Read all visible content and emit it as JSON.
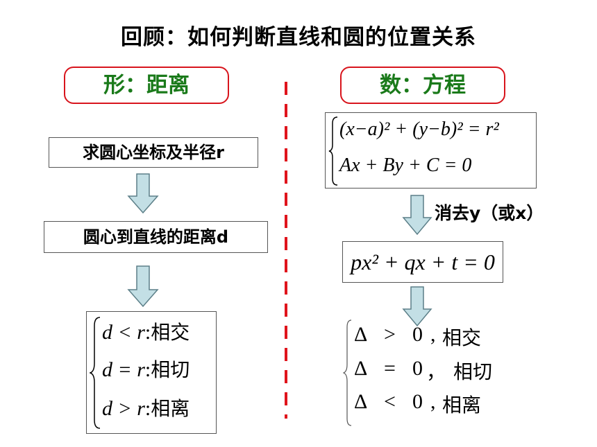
{
  "title": "回顾：如何判断直线和圆的位置关系",
  "left": {
    "header": "形：距离",
    "step1": "求圆心坐标及半径r",
    "step2": "圆心到直线的距离d",
    "cases": [
      {
        "cond": "d < r",
        "sep": ":",
        "rel": "相交"
      },
      {
        "cond": "d = r",
        "sep": ":",
        "rel": "相切"
      },
      {
        "cond": "d > r",
        "sep": ":",
        "rel": "相离"
      }
    ]
  },
  "right": {
    "header": "数：方程",
    "system": {
      "eq1": "(x−a)² + (y−b)² = r²",
      "eq2": "Ax + By + C = 0"
    },
    "elim_label": "消去y（或x）",
    "quadratic": "px² + qx + t = 0",
    "cases": [
      {
        "sym": "Δ",
        "op": ">",
        "val": "0",
        "sep": ",",
        "rel": "相交"
      },
      {
        "sym": "Δ",
        "op": "=",
        "val": "0",
        "sep": "，",
        "rel": "相切"
      },
      {
        "sym": "Δ",
        "op": "<",
        "val": "0",
        "sep": ",",
        "rel": "相离"
      }
    ]
  },
  "colors": {
    "header_border": "#d8141c",
    "header_text": "#1a7a1a",
    "divider": "#e0141c",
    "arrow_fill": "#c3dfe5",
    "arrow_stroke": "#5c7f88"
  }
}
